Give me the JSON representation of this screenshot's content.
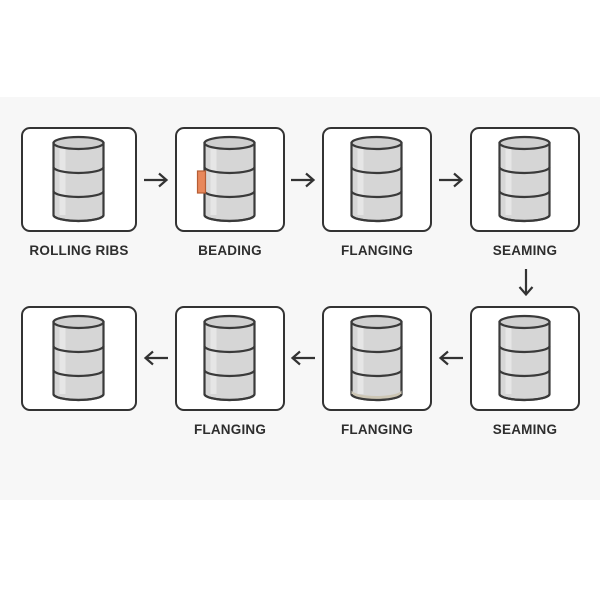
{
  "colors": {
    "border": "#333333",
    "barrel_fill": "#d6d6d6",
    "barrel_stroke": "#3a3a3a",
    "bead_accent": "#e8875a",
    "base_ring": "#cdc6b4"
  },
  "steps": [
    {
      "label": "ROLLING RIBS",
      "icon": "barrel-icon"
    },
    {
      "label": "BEADING",
      "icon": "barrel-with-bead-icon"
    },
    {
      "label": "FLANGING",
      "icon": "barrel-icon"
    },
    {
      "label": "SEAMING",
      "icon": "barrel-icon"
    },
    {
      "label": "SEAMING",
      "icon": "barrel-icon"
    },
    {
      "label": "FLANGING",
      "icon": "barrel-with-base-ring-icon"
    },
    {
      "label": "FLANGING",
      "icon": "barrel-icon"
    },
    {
      "label": "",
      "icon": "barrel-icon"
    }
  ],
  "arrows": [
    "right",
    "right",
    "right",
    "down",
    "left",
    "left",
    "left"
  ]
}
